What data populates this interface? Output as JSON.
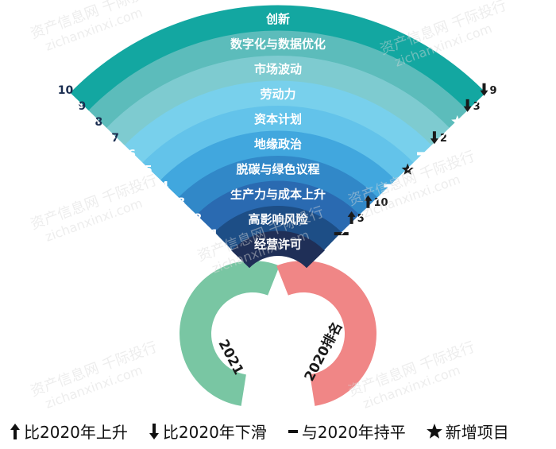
{
  "colors": {
    "band_fills": [
      "#1f2f57",
      "#1d4e86",
      "#2a6ab1",
      "#3188c8",
      "#41a7de",
      "#63c3ea",
      "#78d0ec",
      "#7ecbd0",
      "#5cbcbb",
      "#13a7a1"
    ],
    "band_text": "#ffffff",
    "left_fills": [
      "#1f2f57",
      "#1d4e86",
      "#2a6ab1",
      "#3188c8",
      "#41a7de",
      "#63c3ea",
      "#78d0ec",
      "#7ecbd0",
      "#5cbcbb",
      "#9cd6dd"
    ],
    "left_text": [
      "#ffffff",
      "#ffffff",
      "#ffffff",
      "#ffffff",
      "#ffffff",
      "#ffffff",
      "#1a2d50",
      "#1a2d50",
      "#1a2d50",
      "#1a2d50"
    ],
    "right_fill": "#f08d8d",
    "right_cell": "#ef5a5a",
    "right_text": "#1a1a1a",
    "left_base": "#79c6a3",
    "right_base": "#f08686",
    "watermark": "#d9d9d9"
  },
  "risks": [
    "经营许可",
    "高影响风险",
    "生产力与成本上升",
    "脱碳与绿色议程",
    "地缘政治",
    "资本计划",
    "劳动力",
    "市场波动",
    "数字化与数据优化",
    "创新"
  ],
  "ranks_2021": [
    "1",
    "2",
    "3",
    "4",
    "5",
    "6",
    "7",
    "8",
    "9",
    "10"
  ],
  "change_vs_2020": [
    {
      "type": "same",
      "text": ""
    },
    {
      "type": "up",
      "text": "5"
    },
    {
      "type": "up",
      "text": "10"
    },
    {
      "type": "same",
      "text": ""
    },
    {
      "type": "new",
      "text": ""
    },
    {
      "type": "same",
      "text": ""
    },
    {
      "type": "down",
      "text": "2"
    },
    {
      "type": "new",
      "text": ""
    },
    {
      "type": "down",
      "text": "3"
    },
    {
      "type": "down",
      "text": "9"
    }
  ],
  "base_left_label": "2021",
  "base_right_label": "2020排名",
  "legend": [
    {
      "icon": "up-arrow-icon",
      "label": "比2020年上升"
    },
    {
      "icon": "down-arrow-icon",
      "label": "比2020年下滑"
    },
    {
      "icon": "dash-icon",
      "label": "与2020年持平"
    },
    {
      "icon": "star-icon",
      "label": "新增项目"
    }
  ],
  "watermark": {
    "cn": "资产信息网 千际投行",
    "en": "zichanxinxi.com"
  }
}
